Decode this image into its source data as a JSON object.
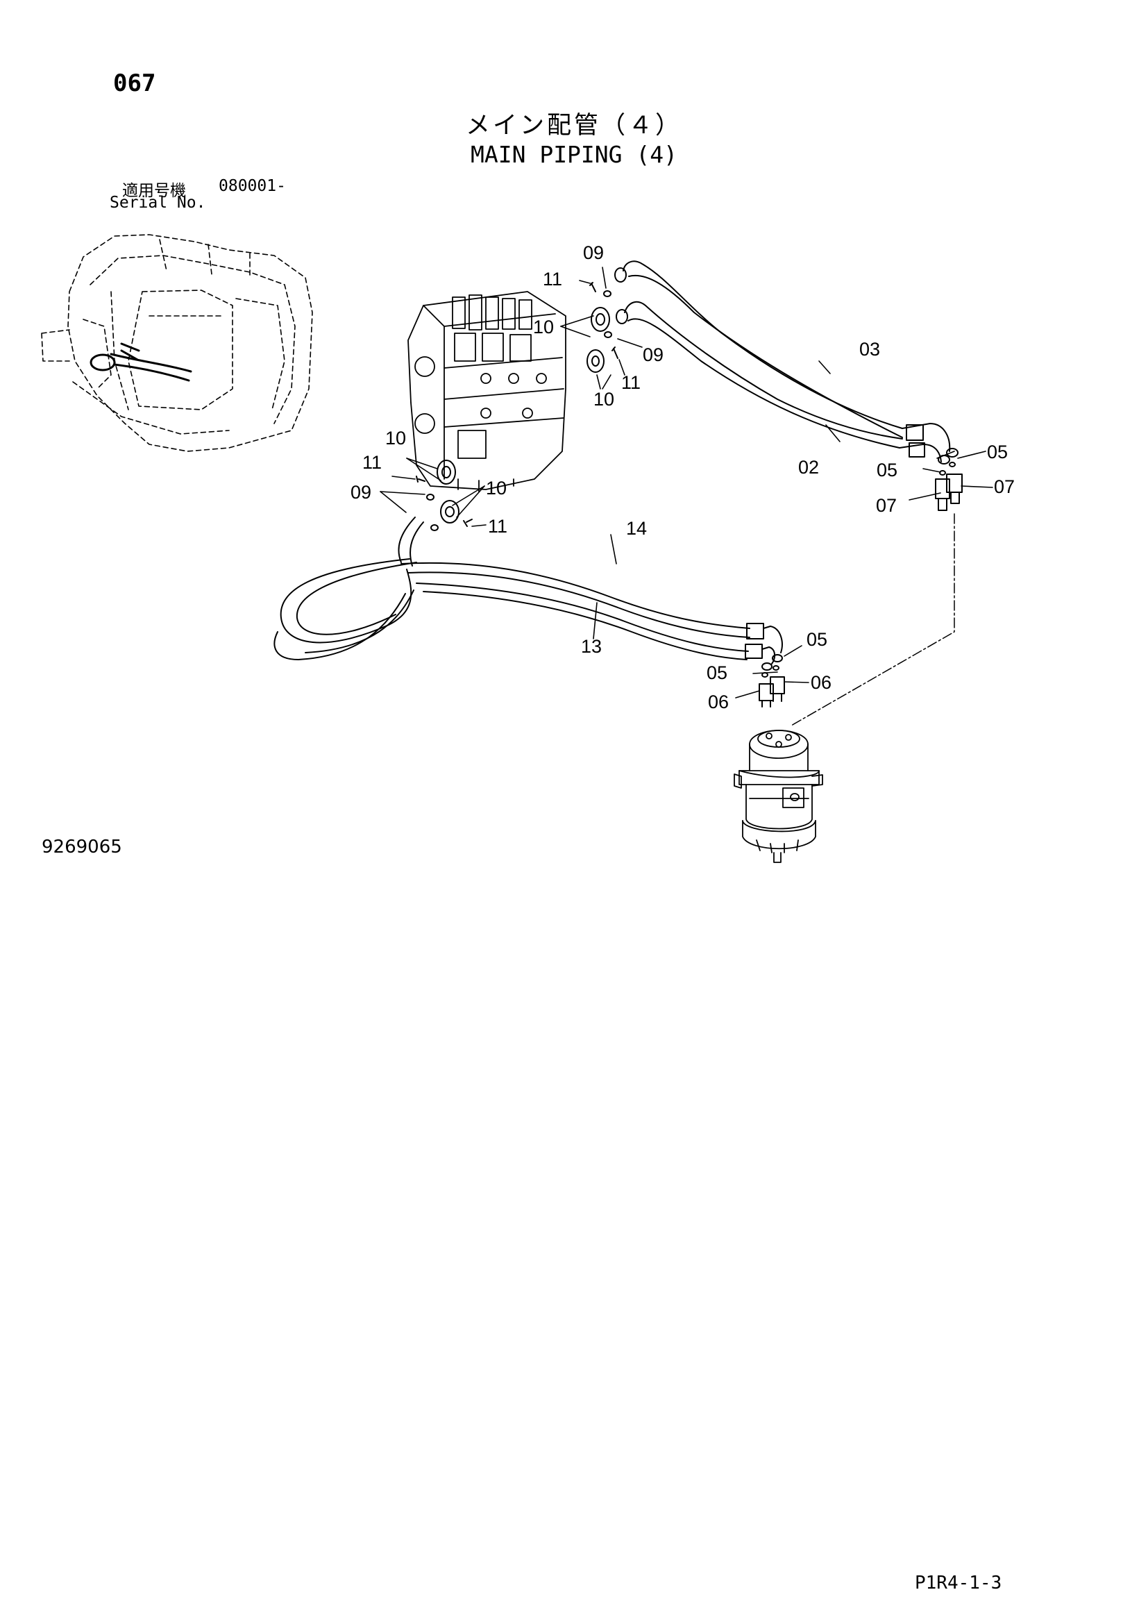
{
  "header": {
    "page_number": "067",
    "title_ja": "メイン配管（４）",
    "title_en": "MAIN PIPING (4)"
  },
  "serial": {
    "label_ja": "適用号機",
    "value": "080001-",
    "label_en": "Serial No."
  },
  "figure_number": "9269065",
  "page_code": "P1R4-1-3",
  "callouts": {
    "c09_top": "09",
    "c11_top": "11",
    "c10_upper": "10",
    "c09_mid": "09",
    "c11_mid": "11",
    "c10_mid": "10",
    "c03": "03",
    "c02": "02",
    "c05_a": "05",
    "c05_b": "05",
    "c07_a": "07",
    "c07_b": "07",
    "c10_left": "10",
    "c11_left": "11",
    "c09_left": "09",
    "c10_left2": "10",
    "c11_low": "11",
    "c14": "14",
    "c13": "13",
    "c05_c": "05",
    "c05_d": "05",
    "c06_a": "06",
    "c06_b": "06"
  }
}
